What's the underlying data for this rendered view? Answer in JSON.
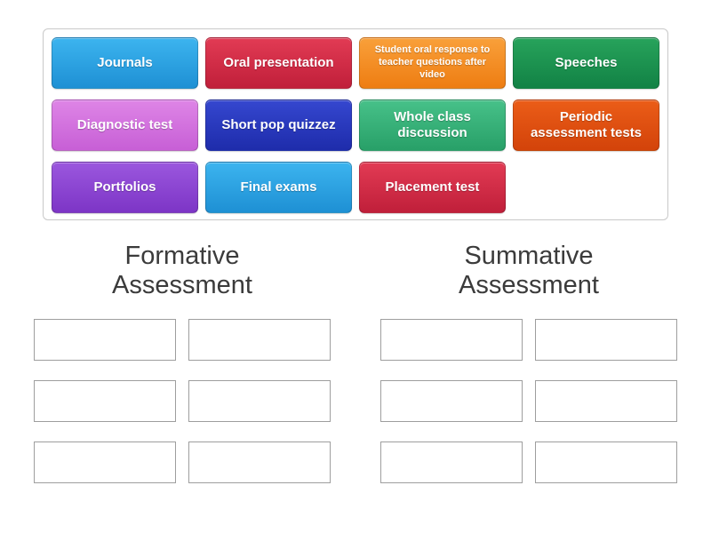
{
  "tray": {
    "tiles": [
      {
        "label": "Journals",
        "color_top": "#3cb4ef",
        "color_bottom": "#1e90d4"
      },
      {
        "label": "Oral presentation",
        "color_top": "#e23b54",
        "color_bottom": "#c01f3a"
      },
      {
        "label": "Student oral response to teacher questions after video",
        "color_top": "#f9a03a",
        "color_bottom": "#ee7d12"
      },
      {
        "label": "Speeches",
        "color_top": "#27a35b",
        "color_bottom": "#128245"
      },
      {
        "label": "Diagnostic test",
        "color_top": "#de85e6",
        "color_bottom": "#c75fd6"
      },
      {
        "label": "Short pop quizzez",
        "color_top": "#3547cf",
        "color_bottom": "#1e2cab"
      },
      {
        "label": "Whole class discussion",
        "color_top": "#47c189",
        "color_bottom": "#28a068"
      },
      {
        "label": "Periodic assessment tests",
        "color_top": "#eb5d18",
        "color_bottom": "#d3430a"
      },
      {
        "label": "Portfolios",
        "color_top": "#9b57de",
        "color_bottom": "#7d35c6"
      },
      {
        "label": "Final exams",
        "color_top": "#3cb4ef",
        "color_bottom": "#1e90d4"
      },
      {
        "label": "Placement test",
        "color_top": "#e23b54",
        "color_bottom": "#c01f3a"
      }
    ]
  },
  "groups": [
    {
      "title": "Formative Assessment"
    },
    {
      "title": "Summative Assessment"
    }
  ],
  "slots_per_group": 6
}
